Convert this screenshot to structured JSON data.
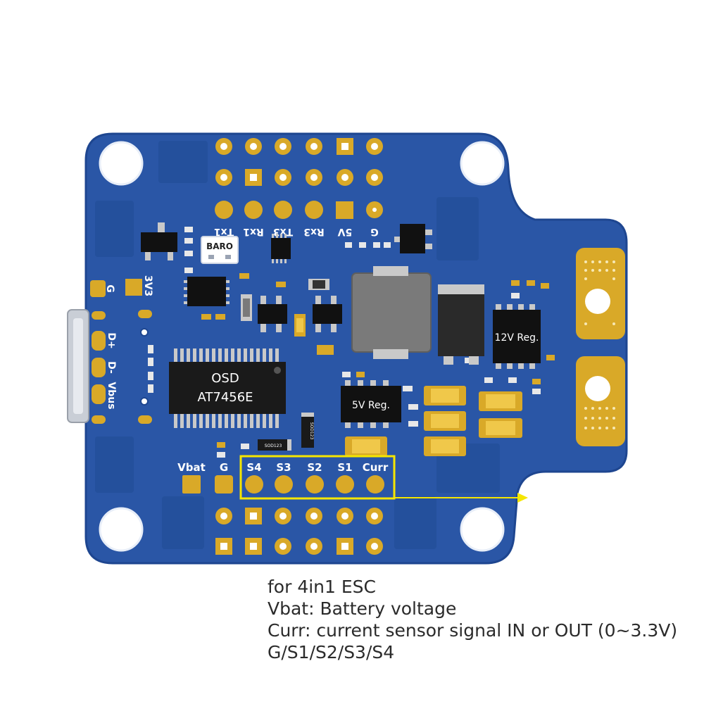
{
  "top_pad_labels": [
    "Tx1",
    "Rx1",
    "Tx3",
    "Rx3",
    "5V",
    "G"
  ],
  "left_labels": {
    "g": "G",
    "v3v3": "3V3",
    "dplus": "D+",
    "dminus": "D-",
    "vbus": "Vbus"
  },
  "chips": {
    "baro": "BARO",
    "osd_line1": "OSD",
    "osd_line2": "AT7456E",
    "reg5v": "5V Reg.",
    "reg12v": "12V Reg."
  },
  "esc_labels": [
    "S4",
    "S3",
    "S2",
    "S1",
    "Curr"
  ],
  "power_labels": [
    "Vbat",
    "G"
  ],
  "small_marks": [
    "SOD123",
    "SOD123"
  ],
  "notes": [
    "for 4in1 ESC",
    "Vbat: Battery voltage",
    "Curr: current sensor signal IN or OUT (0~3.3V)",
    "G/S1/S2/S3/S4"
  ],
  "colors": {
    "pcb": "#2a56a6",
    "pcb_edge": "#1e4690",
    "pad_gold": "#d9a928",
    "pad_gold_light": "#f0c84a",
    "highlight_box": "#f5e600",
    "silkscreen": "#ffffff"
  }
}
